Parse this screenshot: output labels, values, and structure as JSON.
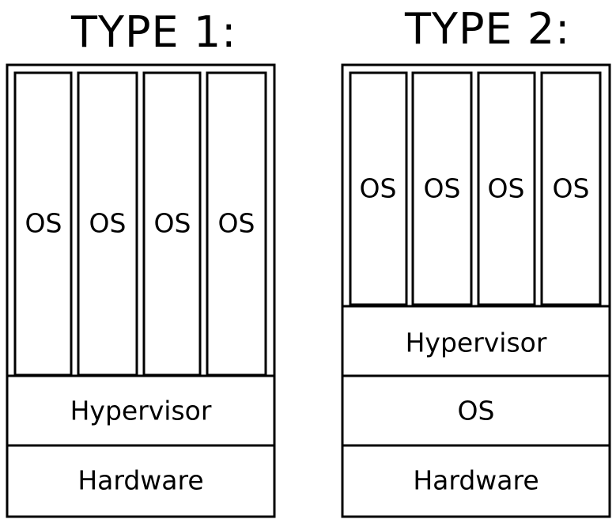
{
  "type1": {
    "title": "TYPE 1:",
    "vm_labels": [
      "OS",
      "OS",
      "OS",
      "OS"
    ],
    "hypervisor_label": "Hypervisor",
    "hardware_label": "Hardware"
  },
  "type2": {
    "title": "TYPE 2:",
    "vm_labels": [
      "OS",
      "OS",
      "OS",
      "OS"
    ],
    "hypervisor_label": "Hypervisor",
    "host_os_label": "OS",
    "hardware_label": "Hardware"
  }
}
